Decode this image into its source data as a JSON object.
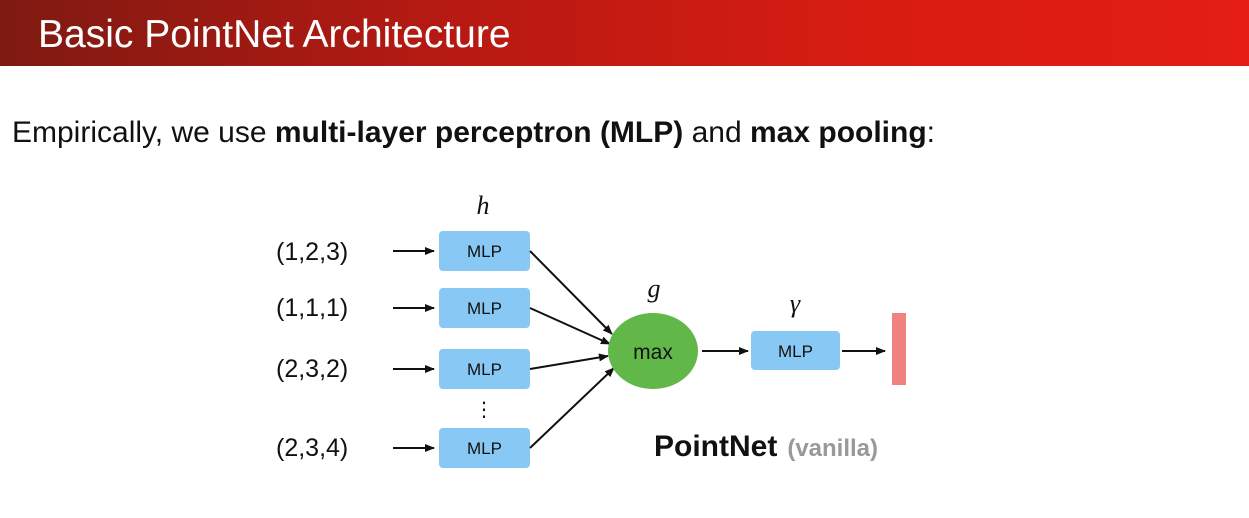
{
  "slide": {
    "title": "Basic PointNet Architecture",
    "intro": {
      "prefix": "Empirically, we use ",
      "bold1": "multi-layer perceptron (MLP)",
      "middle": " and ",
      "bold2": "max pooling",
      "suffix": ":"
    }
  },
  "diagram": {
    "labels": {
      "h": "h",
      "g": "g",
      "gamma": "γ",
      "ellipsis": "⋮"
    },
    "inputs": [
      {
        "text": "(1,2,3)",
        "mlp": "MLP"
      },
      {
        "text": "(1,1,1)",
        "mlp": "MLP"
      },
      {
        "text": "(2,3,2)",
        "mlp": "MLP"
      },
      {
        "text": "(2,3,4)",
        "mlp": "MLP"
      }
    ],
    "pool": {
      "label": "max"
    },
    "post_mlp": {
      "label": "MLP"
    },
    "caption": {
      "main": "PointNet",
      "note": "(vanilla)"
    },
    "colors": {
      "mlp_box": "#88c8f4",
      "pool_circle": "#61b748",
      "output_bar": "#f0837f",
      "note_gray": "#999999"
    }
  }
}
